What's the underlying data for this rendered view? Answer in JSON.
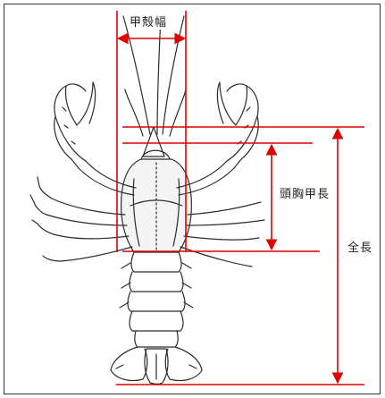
{
  "labels": {
    "carapace_width": "甲殻幅",
    "carapace_length": "頭胸甲長",
    "total_length": "全長"
  },
  "colors": {
    "measure_line": "#e00000",
    "drawing_ink": "#2b2b2b"
  }
}
